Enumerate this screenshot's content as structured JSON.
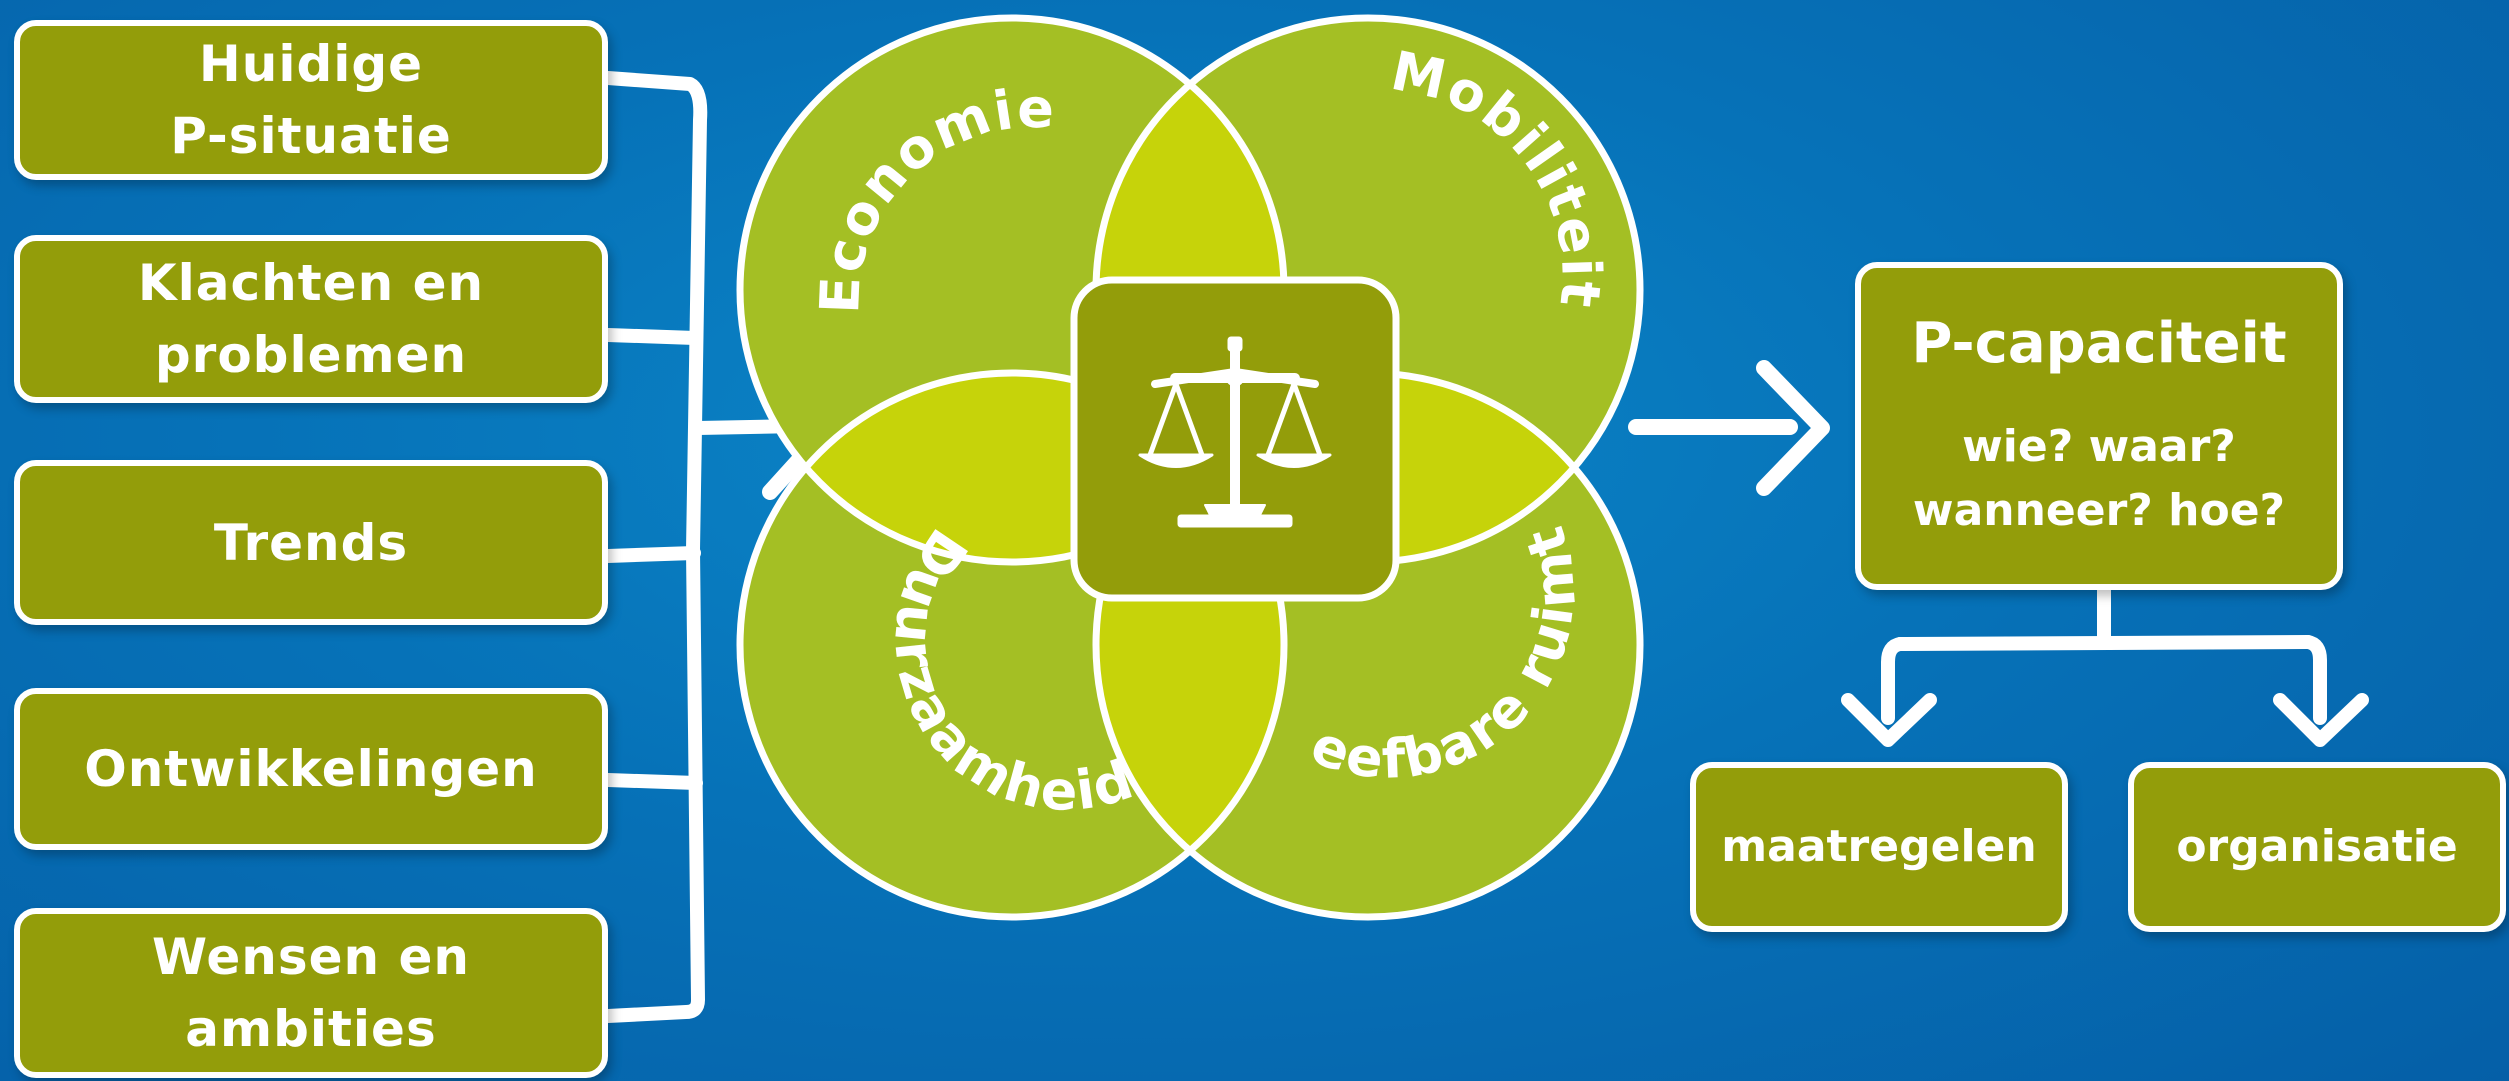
{
  "inputs": [
    "Huidige\nP-situatie",
    "Klachten en\nproblemen",
    "Trends",
    "Ontwikkelingen",
    "Wensen en\nambities"
  ],
  "center": {
    "quadrants": [
      "Economie",
      "Mobiliteit",
      "Duurzaamheid",
      "Leefbare ruimte"
    ],
    "icon": "balance-scale-icon"
  },
  "output": {
    "title": "P-capaciteit",
    "subtitle": "wie? waar?\nwanneer? hoe?"
  },
  "results": [
    "maatregelen",
    "organisatie"
  ],
  "colors": {
    "background": "#0672b8",
    "box_fill": "#939d0a",
    "circle_fill": "#a4bf24",
    "overlap_fill": "#c6d30a",
    "stroke": "#ffffff"
  }
}
